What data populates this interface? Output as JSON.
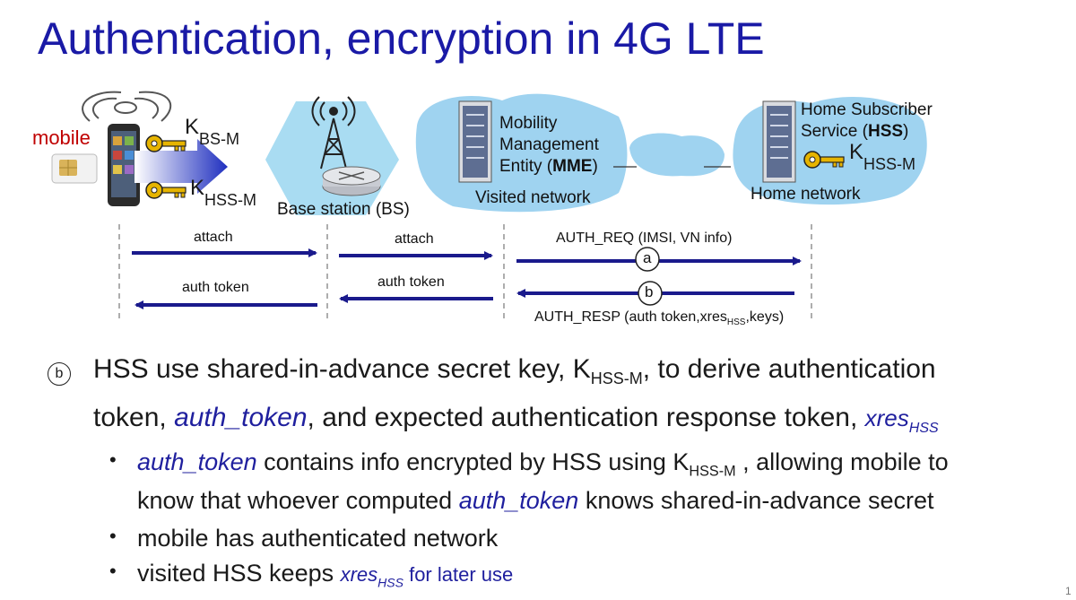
{
  "title": "Authentication, encryption in 4G LTE",
  "diagram": {
    "mobile_label": "mobile",
    "k_main": "K",
    "k_bs_sub": "BS-M",
    "k_hss_sub": "HSS-M",
    "bs_label": "Base station (BS)",
    "mme_line1": "Mobility",
    "mme_line2": "Management",
    "mme_line3_pre": "Entity (",
    "mme_line3_bold": "MME",
    "mme_line3_post": ")",
    "visited_network": "Visited network",
    "hss_line1": "Home Subscriber",
    "hss_line2_pre": "Service (",
    "hss_line2_bold": "HSS",
    "hss_line2_post": ")",
    "home_network": "Home network",
    "msg_attach_1": "attach",
    "msg_attach_2": "attach",
    "msg_auth_req": "AUTH_REQ (IMSI, VN info)",
    "msg_auth_token_1": "auth token",
    "msg_auth_token_2": "auth token",
    "msg_auth_resp_pre": "AUTH_RESP (auth token,xres",
    "msg_auth_resp_sub": "HSS",
    "msg_auth_resp_post": ",keys)",
    "marker_a": "a",
    "marker_b": "b"
  },
  "text": {
    "step_marker": "b",
    "line1_pre": "HSS use shared-in-advance secret key, K",
    "line1_sub": "HSS-M",
    "line1_post": ", to derive authentication",
    "line2_pre": "token, ",
    "line2_it1": "auth_token",
    "line2_mid": ", and expected authentication response token, ",
    "line2_it2": "xres",
    "line2_it2_sub": "HSS",
    "b1_it": "auth_token",
    "b1_mid": " contains info encrypted by HSS using K",
    "b1_sub": "HSS-M",
    "b1_post": " , allowing mobile to",
    "b1b_pre": "know that whoever computed ",
    "b1b_it": "auth_token",
    "b1b_post": " knows shared-in-advance secret",
    "b2": "mobile has authenticated network",
    "b3_pre": "visited HSS keeps ",
    "b3_it": "xres",
    "b3_sub": "HSS",
    "b3_post": " for later use",
    "bullet": "•",
    "page_number": "1"
  },
  "colors": {
    "title": "#1a1aa6",
    "arrow": "#1a1a8c",
    "cloud": "#9fd3f0",
    "hex": "#a9dcf2",
    "mobile_label": "#c00000"
  }
}
